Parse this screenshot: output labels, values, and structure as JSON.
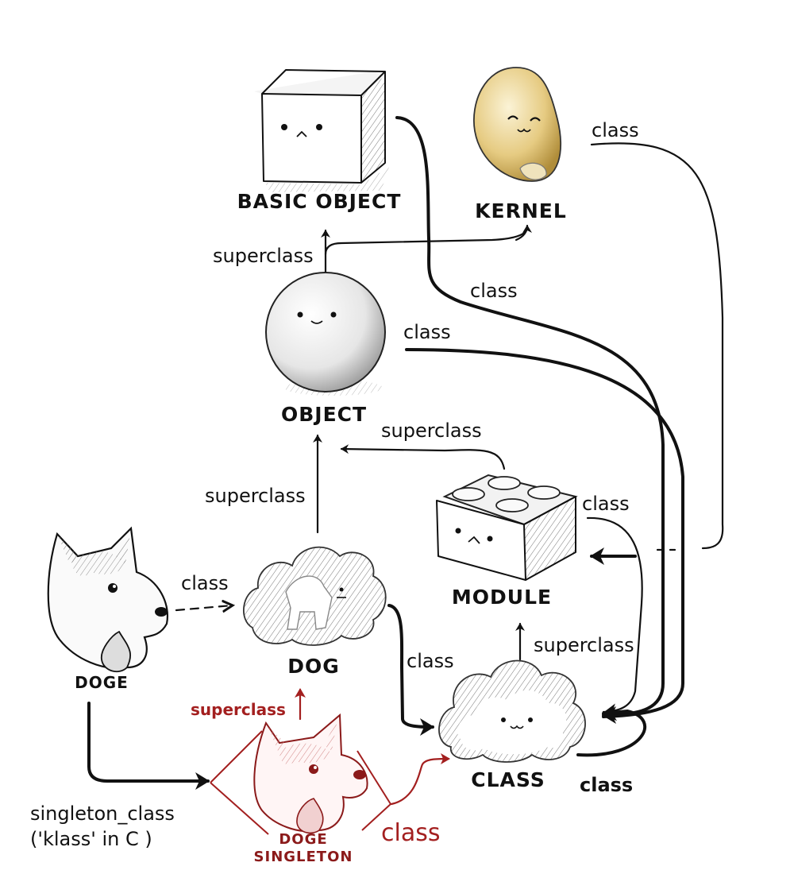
{
  "nodes": {
    "basic_object": {
      "label": "BASIC OBJECT",
      "icon": "cube-icon"
    },
    "kernel": {
      "label": "KERNEL",
      "icon": "egg-icon"
    },
    "object": {
      "label": "OBJECT",
      "icon": "sphere-icon"
    },
    "module": {
      "label": "MODULE",
      "icon": "lego-brick-icon"
    },
    "doge": {
      "label": "DOGE",
      "icon": "dog-head-icon"
    },
    "dog": {
      "label": "DOG",
      "icon": "cloud-dog-icon"
    },
    "class": {
      "label": "CLASS",
      "icon": "cloud-icon"
    },
    "doge_singleton": {
      "label_line1": "DOGE",
      "label_line2": "SINGLETON",
      "icon": "red-dog-head-icon"
    }
  },
  "edges": {
    "object_superclass": "superclass",
    "kernel_class": "class",
    "basic_object_class": "class",
    "object_class": "class",
    "module_superclass": "superclass",
    "module_class": "class",
    "dog_superclass": "superclass",
    "doge_class": "class",
    "dog_class": "class",
    "class_superclass": "superclass",
    "class_class": "class",
    "singleton_superclass": "superclass",
    "singleton_class_line1": "singleton_class",
    "singleton_class_line2": "('klass' in C )",
    "singleton_class": "class"
  },
  "colors": {
    "ink": "#111111",
    "singleton_red": "#a31f1f",
    "kernel_yellow": "#e3c878"
  }
}
